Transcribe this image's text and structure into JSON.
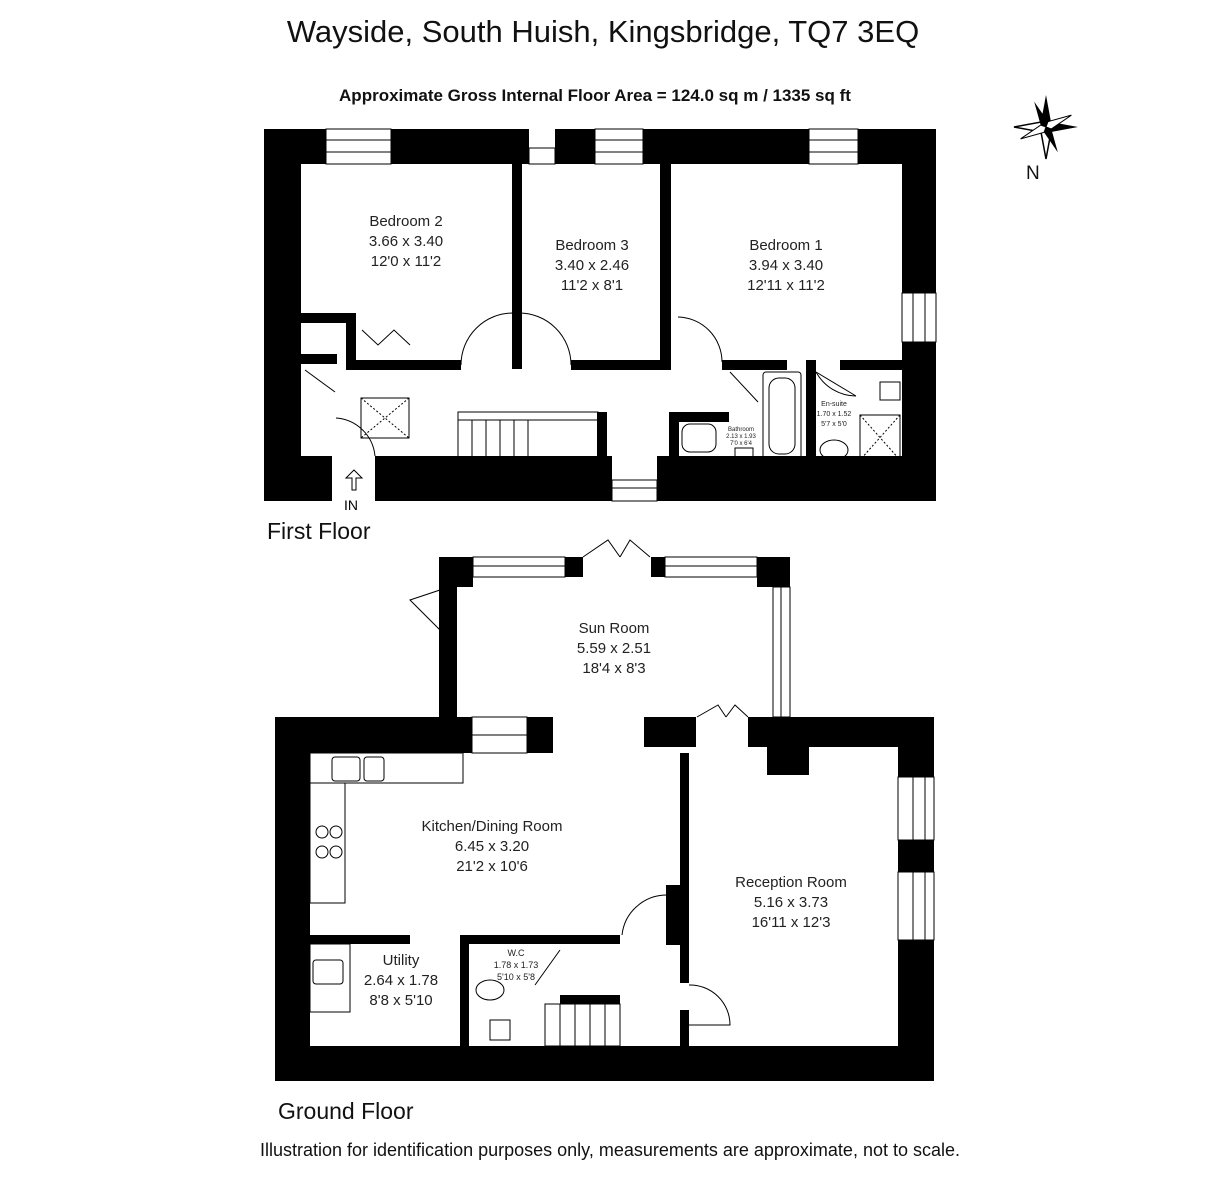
{
  "title": "Wayside, South Huish, Kingsbridge, TQ7 3EQ",
  "subtitle": "Approximate Gross Internal Floor Area  = 124.0 sq m  / 1335 sq ft",
  "compass_label": "N",
  "entrance_label": "IN",
  "floors": {
    "first": {
      "label": "First Floor",
      "rooms": [
        {
          "name": "Bedroom 2",
          "metric": "3.66 x 3.40",
          "imperial": "12'0 x 11'2"
        },
        {
          "name": "Bedroom 3",
          "metric": "3.40 x 2.46",
          "imperial": "11'2 x 8'1"
        },
        {
          "name": "Bedroom 1",
          "metric": "3.94 x 3.40",
          "imperial": "12'11 x 11'2"
        },
        {
          "name": "Bathroom",
          "metric": "2.13 x 1.93",
          "imperial": "7'0 x 6'4"
        },
        {
          "name": "En-suite",
          "metric": "1.70 x 1.52",
          "imperial": "5'7 x 5'0"
        }
      ]
    },
    "ground": {
      "label": "Ground Floor",
      "rooms": [
        {
          "name": "Sun Room",
          "metric": "5.59 x 2.51",
          "imperial": "18'4 x 8'3"
        },
        {
          "name": "Kitchen/Dining Room",
          "metric": "6.45 x 3.20",
          "imperial": "21'2 x 10'6"
        },
        {
          "name": "Reception Room",
          "metric": "5.16 x 3.73",
          "imperial": "16'11 x 12'3"
        },
        {
          "name": "Utility",
          "metric": "2.64 x 1.78",
          "imperial": "8'8 x 5'10"
        },
        {
          "name": "W.C",
          "metric": "1.78 x 1.73",
          "imperial": "5'10 x 5'8"
        }
      ]
    }
  },
  "disclaimer": "Illustration for identification purposes only, measurements are approximate, not to scale.",
  "colors": {
    "wall": "#000000",
    "line": "#333333",
    "background": "#ffffff"
  }
}
